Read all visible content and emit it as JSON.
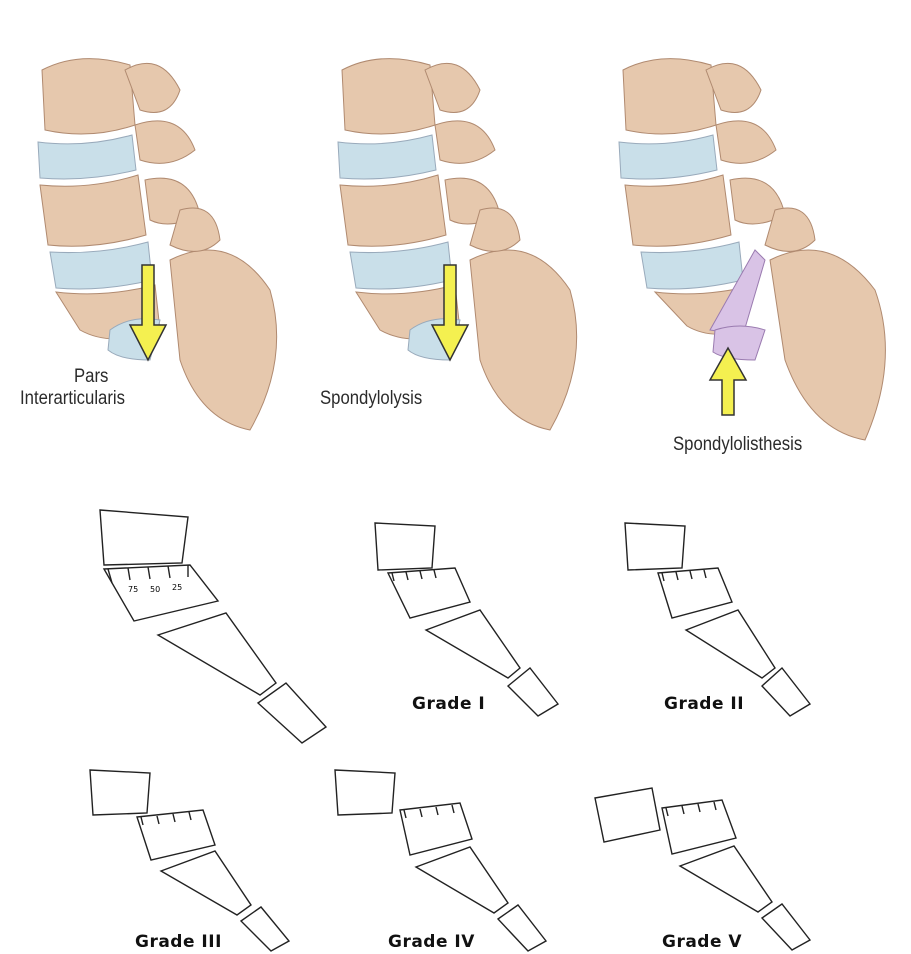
{
  "top_labels": {
    "pars_line1": "Pars",
    "pars_line2": "Interarticularis",
    "spondylolysis": "Spondylolysis",
    "spondylolisthesis": "Spondylolisthesis"
  },
  "ticks": [
    "75",
    "50",
    "25"
  ],
  "grades": [
    "Grade I",
    "Grade II",
    "Grade III",
    "Grade IV",
    "Grade V"
  ],
  "colors": {
    "bone": "#e6c8ad",
    "bone_shade": "#c9a286",
    "disc": "#c9dfe9",
    "arrow": "#f4f050",
    "slip": "#d9c3e6",
    "line": "#222222"
  }
}
